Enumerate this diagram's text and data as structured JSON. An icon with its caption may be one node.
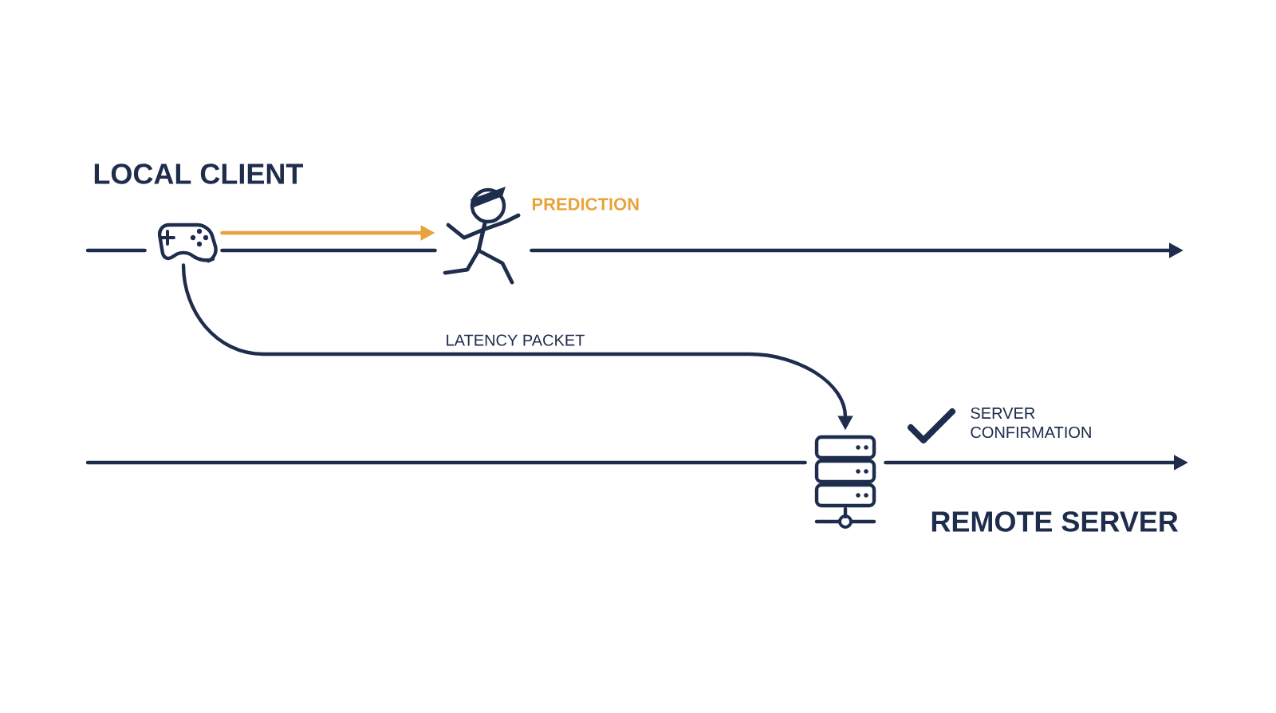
{
  "diagram": {
    "nodes": [
      {
        "text": [],
        "shape": "gamepad"
      },
      {
        "text": [],
        "shape": "person",
        "beside": [
          "PREDICTION"
        ]
      },
      {
        "text": [],
        "shape": "server"
      }
    ],
    "edges": [
      {
        "from": null,
        "to": 0,
        "arrow": "none"
      },
      {
        "from": 0,
        "to": 1,
        "arrow": "none"
      },
      {
        "from": 0,
        "to": 1,
        "arrow": "to",
        "color": "#e8a33a"
      },
      {
        "from": 1,
        "to": null,
        "arrow": "to"
      },
      {
        "from": 0,
        "to": 2,
        "arrow": "to",
        "label": "LATENCY PACKET"
      },
      {
        "from": null,
        "to": 2,
        "arrow": "none"
      },
      {
        "from": 2,
        "to": null,
        "arrow": "to"
      }
    ],
    "labels": [
      "LOCAL CLIENT",
      "SERVER CONFIRMATION",
      "REMOTE SERVER"
    ]
  }
}
